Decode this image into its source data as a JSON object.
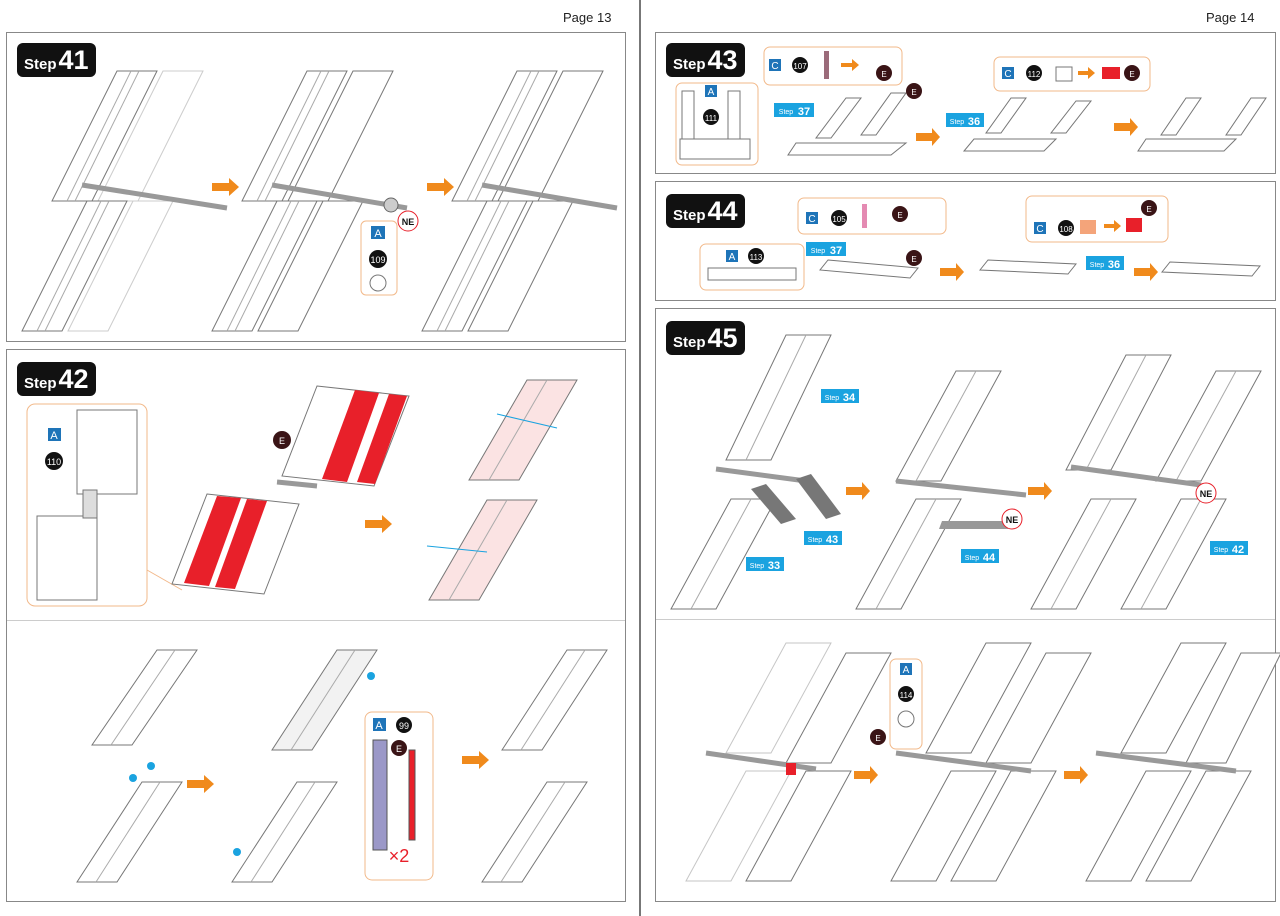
{
  "pages": {
    "left": "Page 13",
    "right": "Page 14"
  },
  "steps": {
    "s41": {
      "word": "Step",
      "num": "41",
      "callout_part": "A",
      "callout_num": "109",
      "tag_ne": "NE"
    },
    "s42": {
      "word": "Step",
      "num": "42",
      "callout_part": "A",
      "callout_num": "110",
      "tag_e": "E",
      "sub_part": "A",
      "sub_num": "99",
      "sub_tag_e": "E",
      "sub_qty": "×2"
    },
    "s43": {
      "word": "Step",
      "num": "43",
      "part_a": "A",
      "part_a_num": "111",
      "part_c1": "C",
      "part_c1_num": "107",
      "part_c2": "C",
      "part_c2_num": "112",
      "tag_e1": "E",
      "tag_e2": "E",
      "tag_e3": "E",
      "ref1_word": "Step",
      "ref1_num": "37",
      "ref2_word": "Step",
      "ref2_num": "36"
    },
    "s44": {
      "word": "Step",
      "num": "44",
      "part_a": "A",
      "part_a_num": "113",
      "part_c1": "C",
      "part_c1_num": "105",
      "part_c2": "C",
      "part_c2_num": "108",
      "tag_e1": "E",
      "tag_e2": "E",
      "tag_e3": "E",
      "ref1_word": "Step",
      "ref1_num": "37",
      "ref2_word": "Step",
      "ref2_num": "36"
    },
    "s45": {
      "word": "Step",
      "num": "45",
      "ref34_word": "Step",
      "ref34_num": "34",
      "ref33_word": "Step",
      "ref33_num": "33",
      "ref43_word": "Step",
      "ref43_num": "43",
      "ref44_word": "Step",
      "ref44_num": "44",
      "ref42_word": "Step",
      "ref42_num": "42",
      "tag_ne1": "NE",
      "tag_ne2": "NE",
      "part_a": "A",
      "part_a_num": "114",
      "tag_e": "E"
    }
  },
  "colors": {
    "arrow": "#f08a1c",
    "callout_border": "#f2b98a",
    "blue_tag": "#1aa3e0",
    "part_box": "#1e74b8",
    "red": "#e8202a",
    "green": "#8cc63f"
  }
}
